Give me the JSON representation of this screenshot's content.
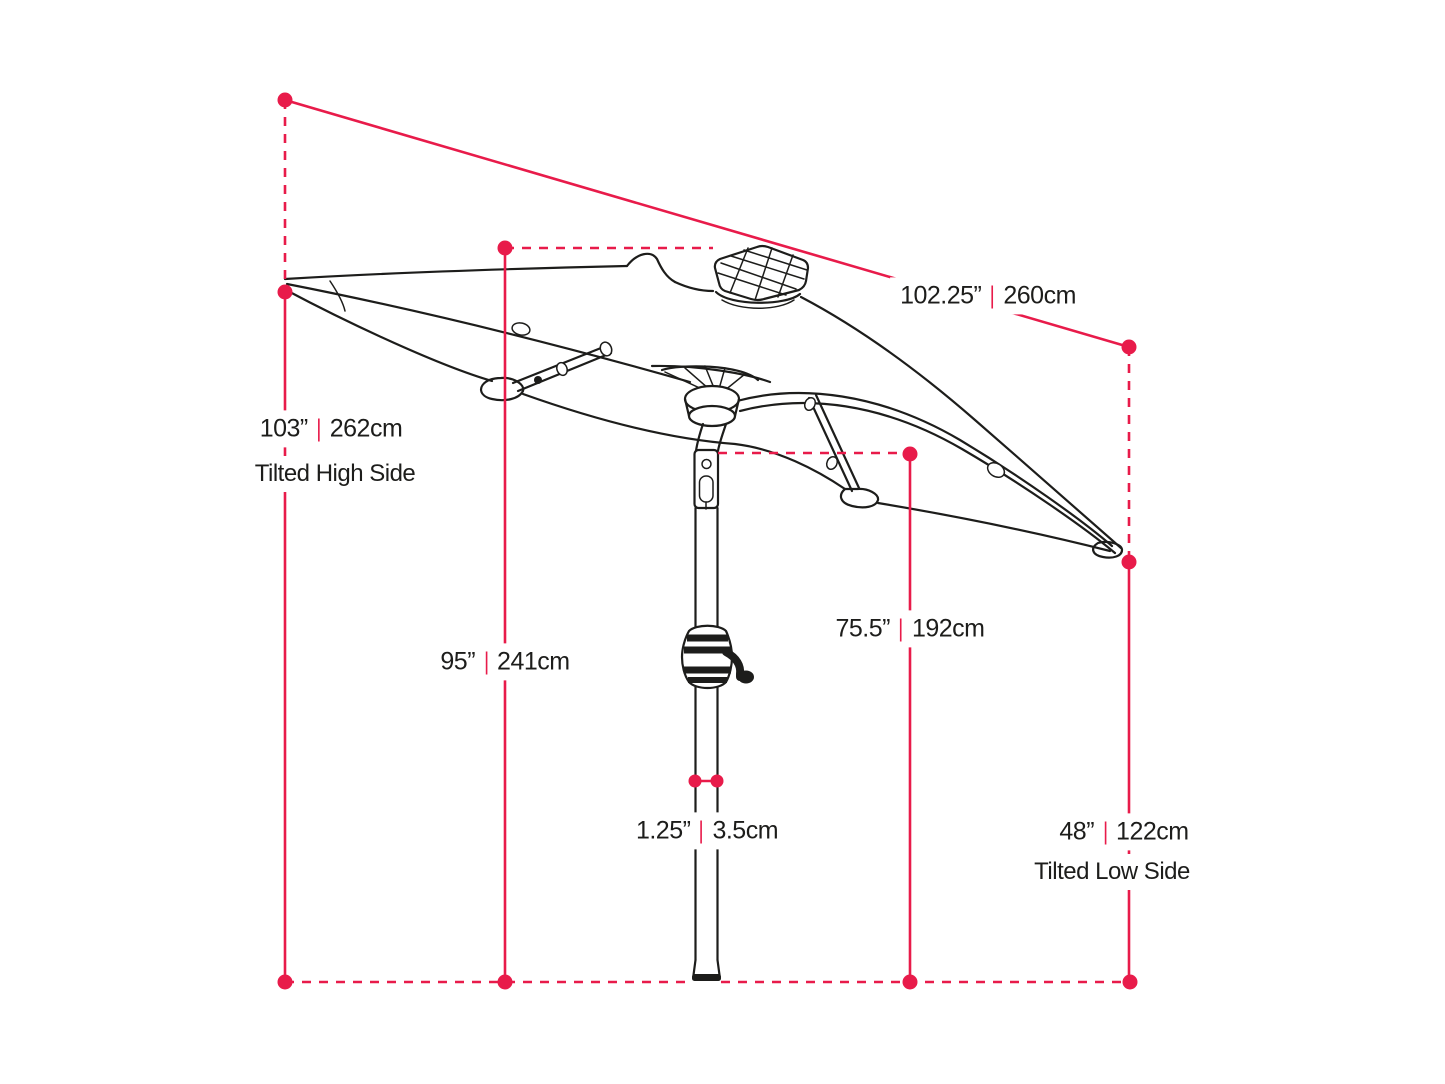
{
  "colors": {
    "accent": "#e81b4a",
    "ink": "#1d1d1b",
    "background": "#ffffff"
  },
  "separators": {
    "pipe": "|"
  },
  "dimensions": {
    "canopy_width": {
      "imperial": "102.25”",
      "metric": "260cm"
    },
    "tilted_high_side": {
      "imperial": "103”",
      "metric": "262cm",
      "caption": "Tilted High Side"
    },
    "overall_height": {
      "imperial": "95”",
      "metric": "241cm"
    },
    "canopy_low_height": {
      "imperial": "75.5”",
      "metric": "192cm"
    },
    "pole_diameter": {
      "imperial": "1.25”",
      "metric": "3.5cm"
    },
    "tilted_low_side": {
      "imperial": "48”",
      "metric": "122cm",
      "caption": "Tilted Low Side"
    }
  }
}
